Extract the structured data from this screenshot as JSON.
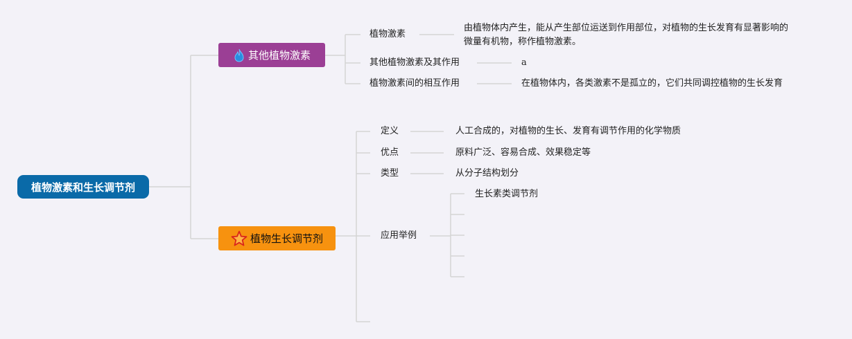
{
  "root": {
    "label": "植物激素和生长调节剂"
  },
  "branch_other": {
    "label": "其他植物激素",
    "icon": "flame-icon",
    "items": [
      {
        "label": "植物激素",
        "desc": "由植物体内产生，能从产生部位运送到作用部位，对植物的生长发育有显著影响的微量有机物，称作植物激素。"
      },
      {
        "label": "其他植物激素及其作用",
        "desc": "a"
      },
      {
        "label": "植物激素间的相互作用",
        "desc": "在植物体内，各类激素不是孤立的，它们共同调控植物的生长发育"
      }
    ]
  },
  "branch_regulator": {
    "label": "植物生长调节剂",
    "icon": "star-icon",
    "items": [
      {
        "label": "定义",
        "desc": "人工合成的，对植物的生长、发育有调节作用的化学物质"
      },
      {
        "label": "优点",
        "desc": "原料广泛、容易合成、效果稳定等"
      },
      {
        "label": "类型",
        "desc": "从分子结构划分"
      },
      {
        "label": "应用举例",
        "sub": [
          "生长素类调节剂"
        ]
      }
    ]
  },
  "colors": {
    "background": "#f3f2f8",
    "root": "#0a6aa8",
    "branch_other": "#9b3f95",
    "branch_regulator": "#f7920f",
    "connector": "#d4d4d4"
  }
}
